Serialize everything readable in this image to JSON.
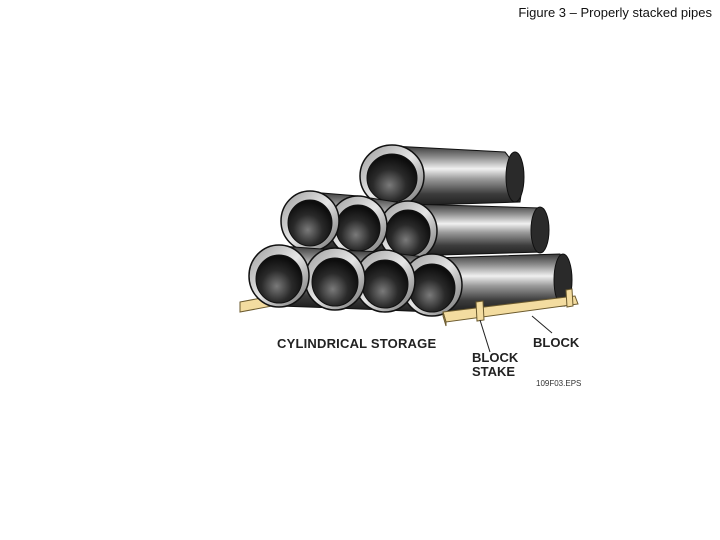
{
  "header": {
    "title": "Figure 3 – Properly stacked pipes"
  },
  "figure": {
    "caption": "CYLINDRICAL STORAGE",
    "labels": {
      "block": "BLOCK",
      "block_stake_line1": "BLOCK",
      "block_stake_line2": "STAKE"
    },
    "file_name": "109F03.EPS"
  },
  "colors": {
    "wood": "#f3dca0",
    "wood_edge": "#6b5a2e",
    "pipe_dark": "#1a1a1a",
    "pipe_light": "#f0f0f0"
  }
}
